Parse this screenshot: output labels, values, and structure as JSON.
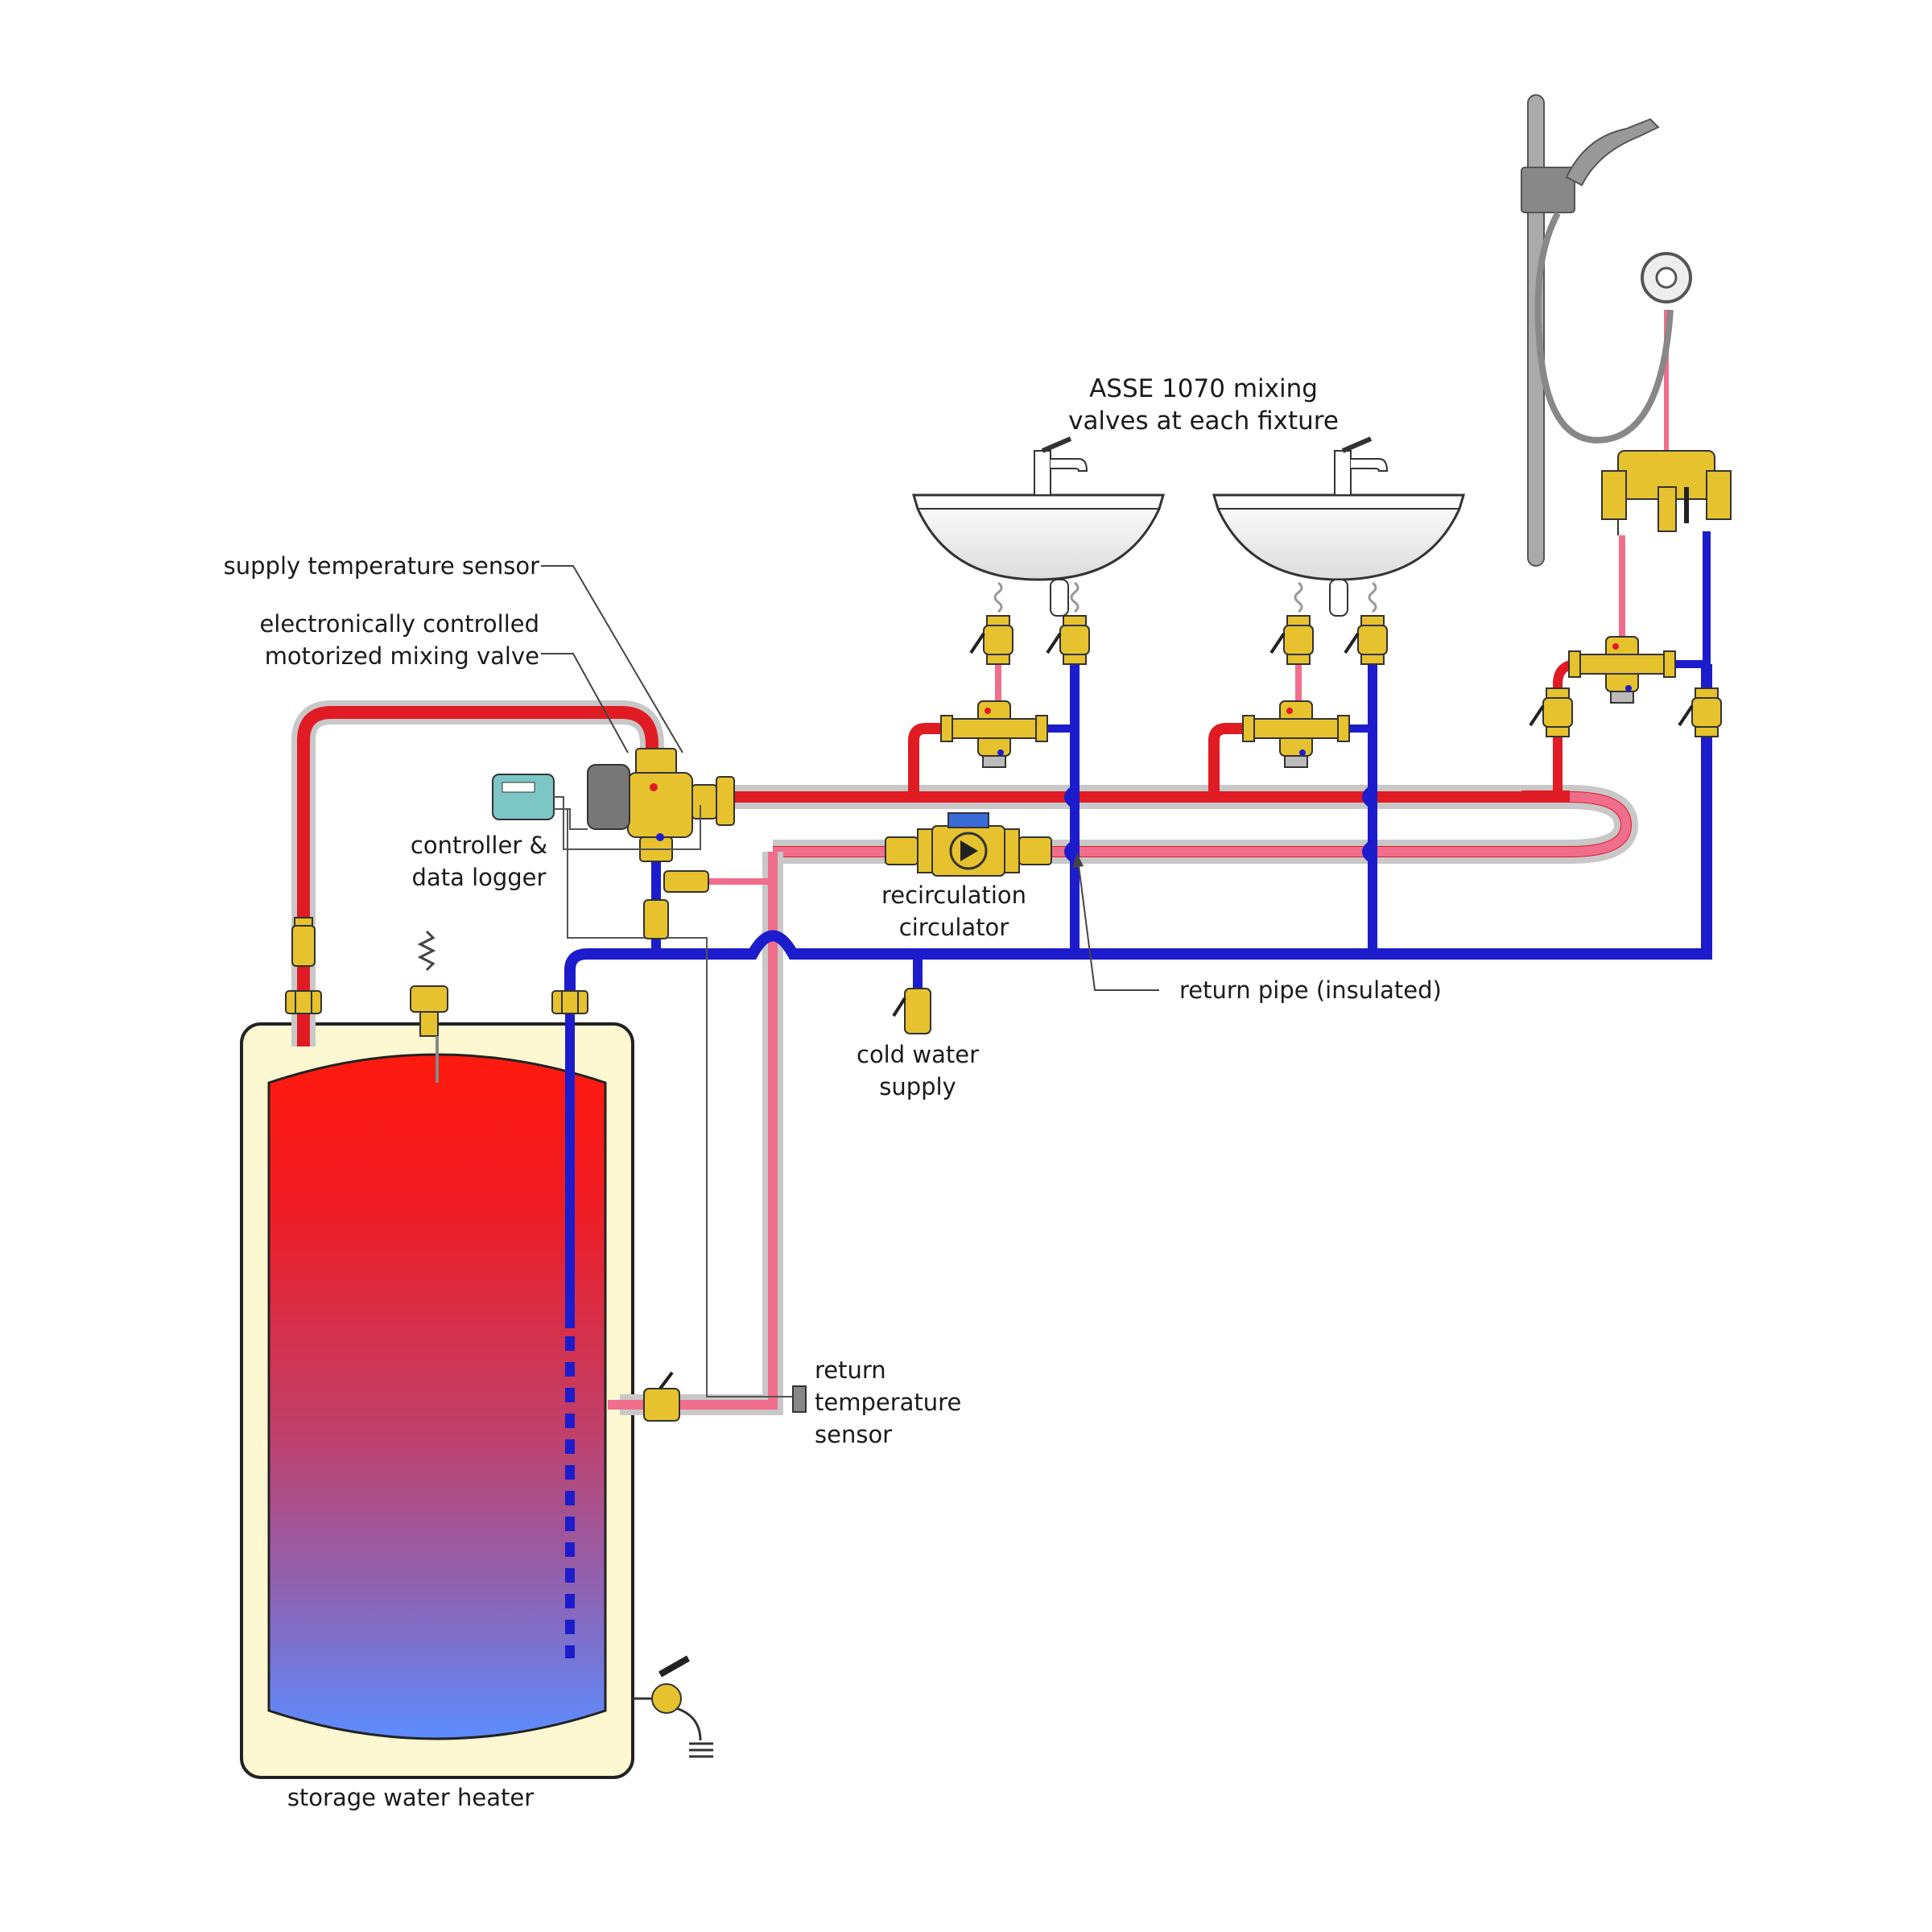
{
  "labels": {
    "fixture_mixing": [
      "ASSE 1070  mixing",
      "valves at each fixture"
    ],
    "supply_sensor": "supply temperature sensor",
    "mixing_valve": [
      "electronically controlled",
      "motorized mixing valve"
    ],
    "controller": [
      "controller &",
      "data logger"
    ],
    "recirc": [
      "recirculation",
      "circulator"
    ],
    "return_pipe": "return pipe (insulated)",
    "cold_supply": [
      "cold water",
      "supply"
    ],
    "return_sensor": [
      "return",
      "temperature",
      "sensor"
    ],
    "heater": "storage water heater"
  },
  "colors": {
    "hot_pipe": "#e01b24",
    "cold_pipe": "#1c1ccc",
    "return_pipe": "#f06e8c",
    "insulation": "#c8c8c8",
    "brass": "#e6c22e",
    "heater_jacket": "#fdf7d2",
    "controller": "#7cc6c6",
    "actuator": "#777777"
  }
}
